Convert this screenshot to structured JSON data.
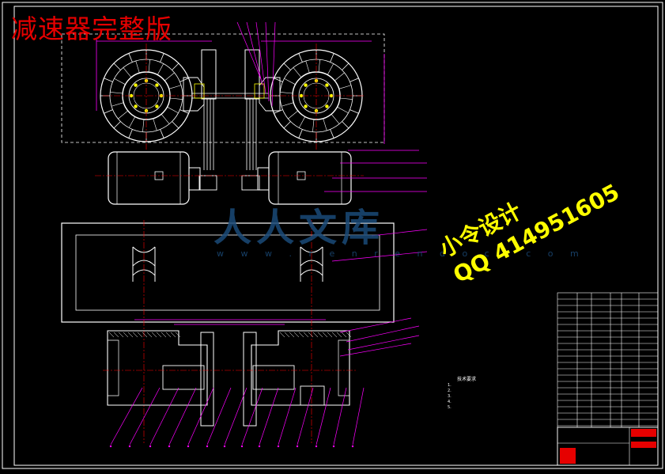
{
  "drawing": {
    "title": "减速器完整版",
    "contact_name": "小令设计",
    "contact_qq": "QQ 414951605"
  },
  "watermark": {
    "brand": "人人文库",
    "url": "w w w . r e n r e n d o c . c o m"
  },
  "notes": {
    "heading": "技术要求",
    "items": [
      "1.",
      "2.",
      "3.",
      "4.",
      "5."
    ]
  },
  "colors": {
    "background": "#000000",
    "outline": "#ffffff",
    "dimension": "#ff00ff",
    "title_text": "#e60000",
    "contact_text": "#ffff00",
    "watermark": "#1b4a78"
  }
}
